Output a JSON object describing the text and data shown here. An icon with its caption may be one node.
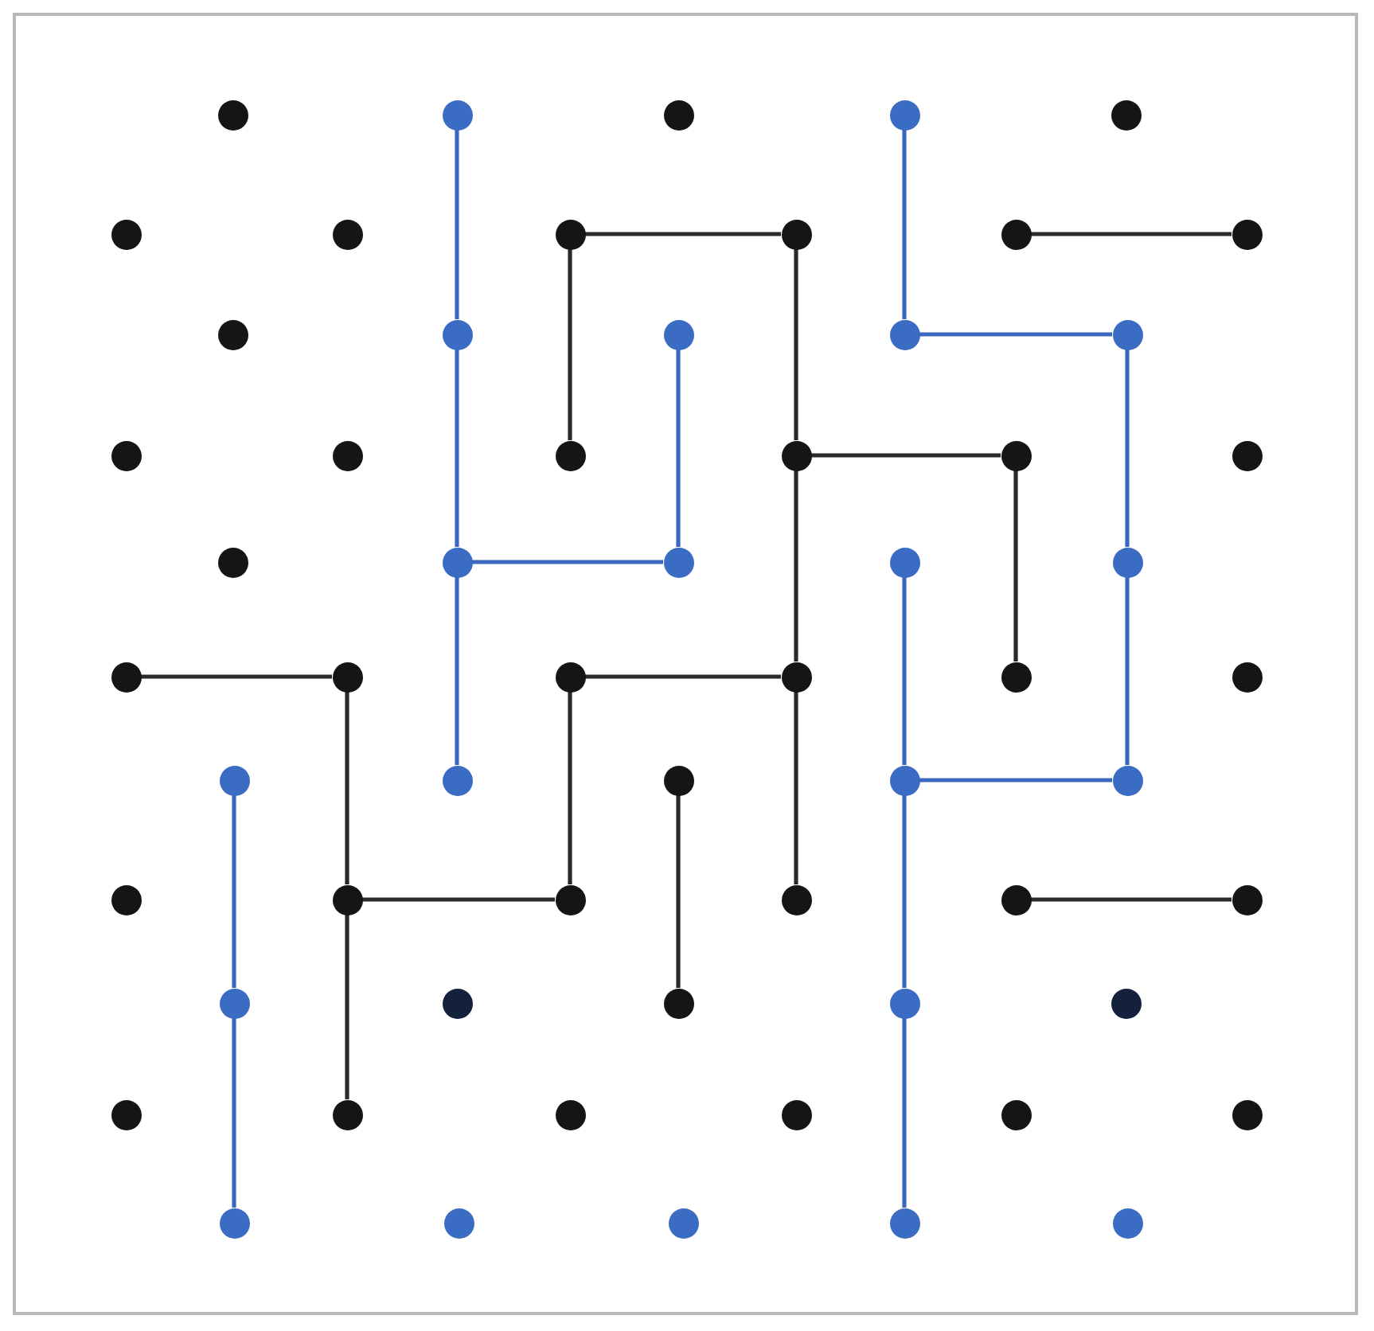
{
  "diagram": {
    "nodes": [
      {
        "text": [],
        "shape": "circle"
      },
      {
        "text": [],
        "shape": "circle"
      },
      {
        "text": [],
        "shape": "circle"
      },
      {
        "text": [],
        "shape": "circle"
      },
      {
        "text": [],
        "shape": "circle"
      },
      {
        "text": [],
        "shape": "circle"
      },
      {
        "text": [],
        "shape": "circle"
      },
      {
        "text": [],
        "shape": "circle"
      },
      {
        "text": [],
        "shape": "circle"
      },
      {
        "text": [],
        "shape": "circle"
      },
      {
        "text": [],
        "shape": "circle"
      },
      {
        "text": [],
        "shape": "circle"
      },
      {
        "text": [],
        "shape": "circle"
      },
      {
        "text": [],
        "shape": "circle"
      },
      {
        "text": [],
        "shape": "circle"
      },
      {
        "text": [],
        "shape": "circle"
      },
      {
        "text": [],
        "shape": "circle"
      },
      {
        "text": [],
        "shape": "circle"
      },
      {
        "text": [],
        "shape": "circle"
      },
      {
        "text": [],
        "shape": "circle"
      },
      {
        "text": [],
        "shape": "circle"
      },
      {
        "text": [],
        "shape": "circle"
      },
      {
        "text": [],
        "shape": "circle"
      },
      {
        "text": [],
        "shape": "circle"
      },
      {
        "text": [],
        "shape": "circle"
      },
      {
        "text": [],
        "shape": "circle"
      },
      {
        "text": [],
        "shape": "circle"
      },
      {
        "text": [],
        "shape": "circle"
      },
      {
        "text": [],
        "shape": "circle"
      },
      {
        "text": [],
        "shape": "circle"
      },
      {
        "text": [],
        "shape": "circle"
      },
      {
        "text": [],
        "shape": "circle"
      },
      {
        "text": [],
        "shape": "circle"
      },
      {
        "text": [],
        "shape": "circle"
      },
      {
        "text": [],
        "shape": "circle"
      },
      {
        "text": [],
        "shape": "circle"
      },
      {
        "text": [],
        "shape": "circle"
      },
      {
        "text": [],
        "shape": "circle"
      },
      {
        "text": [],
        "shape": "circle"
      },
      {
        "text": [],
        "shape": "circle"
      },
      {
        "text": [],
        "shape": "circle"
      },
      {
        "text": [],
        "shape": "circle"
      },
      {
        "text": [],
        "shape": "circle"
      },
      {
        "text": [],
        "shape": "circle"
      },
      {
        "text": [],
        "shape": "circle"
      },
      {
        "text": [],
        "shape": "circle"
      },
      {
        "text": [],
        "shape": "circle"
      },
      {
        "text": [],
        "shape": "circle"
      },
      {
        "text": [],
        "shape": "circle"
      },
      {
        "text": [],
        "shape": "circle"
      },
      {
        "text": [],
        "shape": "circle"
      },
      {
        "text": [],
        "shape": "circle"
      },
      {
        "text": [],
        "shape": "circle"
      },
      {
        "text": [],
        "shape": "circle"
      },
      {
        "text": [],
        "shape": "circle"
      },
      {
        "text": [],
        "shape": "circle"
      },
      {
        "text": [],
        "shape": "circle"
      },
      {
        "text": [],
        "shape": "circle"
      },
      {
        "text": [],
        "shape": "circle"
      },
      {
        "text": [],
        "shape": "circle"
      }
    ],
    "edges": [
      {
        "from": 7,
        "to": 8,
        "arrow": "none"
      },
      {
        "from": 7,
        "to": 18,
        "arrow": "none"
      },
      {
        "from": 8,
        "to": 19,
        "arrow": "none"
      },
      {
        "from": 9,
        "to": 10,
        "arrow": "none"
      },
      {
        "from": 19,
        "to": 20,
        "arrow": "none"
      },
      {
        "from": 20,
        "to": 31,
        "arrow": "none"
      },
      {
        "from": 19,
        "to": 30,
        "arrow": "none"
      },
      {
        "from": 29,
        "to": 30,
        "arrow": "none"
      },
      {
        "from": 30,
        "to": 41,
        "arrow": "none"
      },
      {
        "from": 29,
        "to": 40,
        "arrow": "none"
      },
      {
        "from": 39,
        "to": 40,
        "arrow": "none"
      },
      {
        "from": 27,
        "to": 28,
        "arrow": "none"
      },
      {
        "from": 28,
        "to": 39,
        "arrow": "none"
      },
      {
        "from": 39,
        "to": 50,
        "arrow": "none"
      },
      {
        "from": 35,
        "to": 46,
        "arrow": "none"
      },
      {
        "from": 42,
        "to": 43,
        "arrow": "none"
      },
      {
        "from": 1,
        "to": 12,
        "arrow": "none",
        "color": "#3a68c0"
      },
      {
        "from": 12,
        "to": 23,
        "arrow": "none",
        "color": "#3a68c0"
      },
      {
        "from": 23,
        "to": 24,
        "arrow": "none",
        "color": "#3a68c0"
      },
      {
        "from": 13,
        "to": 24,
        "arrow": "none",
        "color": "#3a68c0"
      },
      {
        "from": 23,
        "to": 34,
        "arrow": "none",
        "color": "#3a68c0"
      },
      {
        "from": 3,
        "to": 14,
        "arrow": "none",
        "color": "#3a68c0"
      },
      {
        "from": 14,
        "to": 15,
        "arrow": "none",
        "color": "#3a68c0"
      },
      {
        "from": 15,
        "to": 26,
        "arrow": "none",
        "color": "#3a68c0"
      },
      {
        "from": 26,
        "to": 37,
        "arrow": "none",
        "color": "#3a68c0"
      },
      {
        "from": 36,
        "to": 37,
        "arrow": "none",
        "color": "#3a68c0"
      },
      {
        "from": 25,
        "to": 36,
        "arrow": "none",
        "color": "#3a68c0"
      },
      {
        "from": 36,
        "to": 47,
        "arrow": "none",
        "color": "#3a68c0"
      },
      {
        "from": 47,
        "to": 58,
        "arrow": "none",
        "color": "#3a68c0"
      },
      {
        "from": 33,
        "to": 44,
        "arrow": "none",
        "color": "#3a68c0"
      },
      {
        "from": 44,
        "to": 55,
        "arrow": "none",
        "color": "#3a68c0"
      }
    ]
  }
}
